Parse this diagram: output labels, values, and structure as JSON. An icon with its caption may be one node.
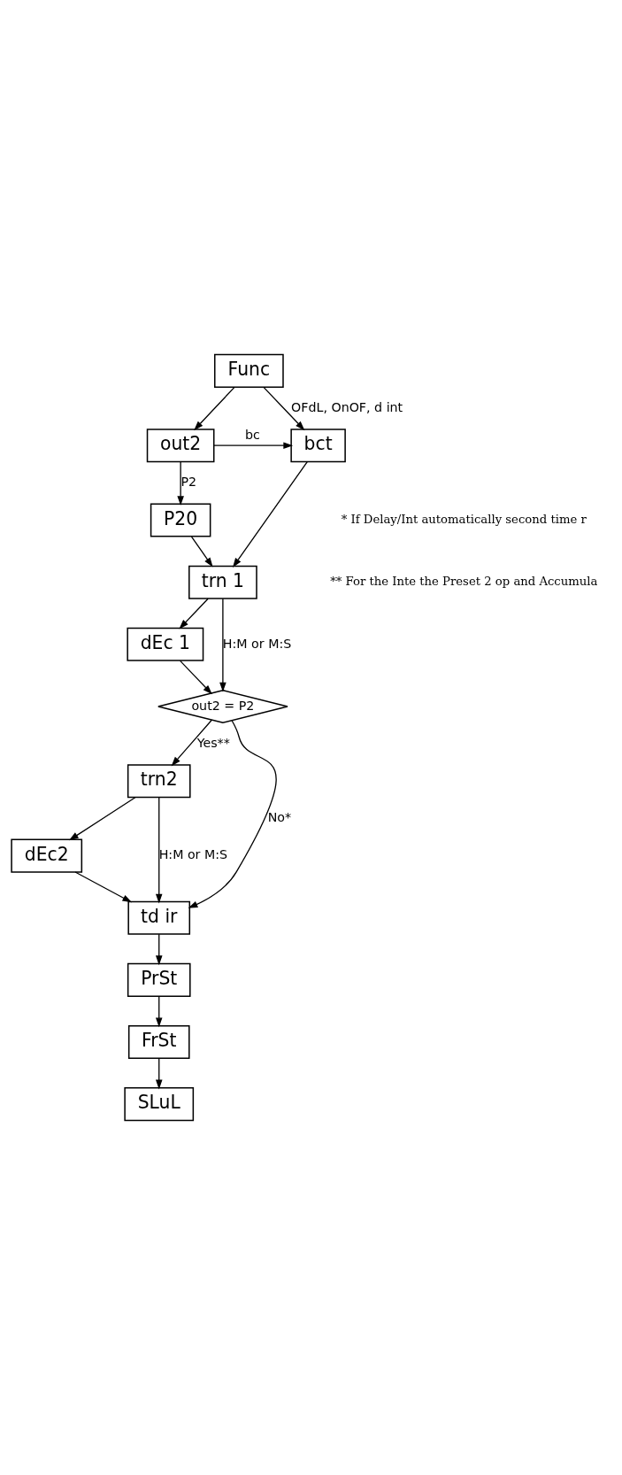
{
  "diagram": {
    "nodes": [
      {
        "text": [
          "Func"
        ]
      },
      {
        "text": [
          "out2"
        ]
      },
      {
        "text": [
          "bct"
        ]
      },
      {
        "text": [
          "P20"
        ]
      },
      {
        "text": [
          "trn 1"
        ]
      },
      {
        "text": [
          "dEc 1"
        ]
      },
      {
        "text": [
          "out2 = P2"
        ]
      },
      {
        "text": [
          "trn2"
        ]
      },
      {
        "text": [
          "dEc2"
        ]
      },
      {
        "text": [
          "td ir"
        ]
      },
      {
        "text": [
          "PrSt"
        ]
      },
      {
        "text": [
          "FrSt"
        ]
      },
      {
        "text": [
          "SLuL"
        ]
      }
    ],
    "edges": [
      {
        "from": 0,
        "to": 2,
        "arrow": "to",
        "label": "OFdL, OnOF, d int"
      },
      {
        "from": 0,
        "to": 1,
        "arrow": "to"
      },
      {
        "from": 1,
        "to": 2,
        "arrow": "to",
        "label": "bc"
      },
      {
        "from": 1,
        "to": 3,
        "arrow": "to",
        "label": "P2"
      },
      {
        "from": 3,
        "to": 4,
        "arrow": "to"
      },
      {
        "from": 2,
        "to": 4,
        "arrow": "to"
      },
      {
        "from": 4,
        "to": 5,
        "arrow": "to"
      },
      {
        "from": 4,
        "to": 6,
        "arrow": "to",
        "label": "H:M or M:S"
      },
      {
        "from": 5,
        "to": 6,
        "arrow": "to"
      },
      {
        "from": 6,
        "to": 7,
        "arrow": "to",
        "label": "Yes**"
      },
      {
        "from": 6,
        "to": 9,
        "arrow": "to",
        "label": "No*"
      },
      {
        "from": 7,
        "to": 8,
        "arrow": "to"
      },
      {
        "from": 7,
        "to": 9,
        "arrow": "to",
        "label": "H:M or M:S"
      },
      {
        "from": 8,
        "to": 9,
        "arrow": "to"
      },
      {
        "from": 9,
        "to": 10,
        "arrow": "to"
      },
      {
        "from": 10,
        "to": 11,
        "arrow": "to"
      },
      {
        "from": 11,
        "to": 12,
        "arrow": "to"
      }
    ],
    "labels": [
      "* If Delay/Int automatically second time r",
      "** For the Inte the Preset 2 op and Accumula"
    ]
  }
}
